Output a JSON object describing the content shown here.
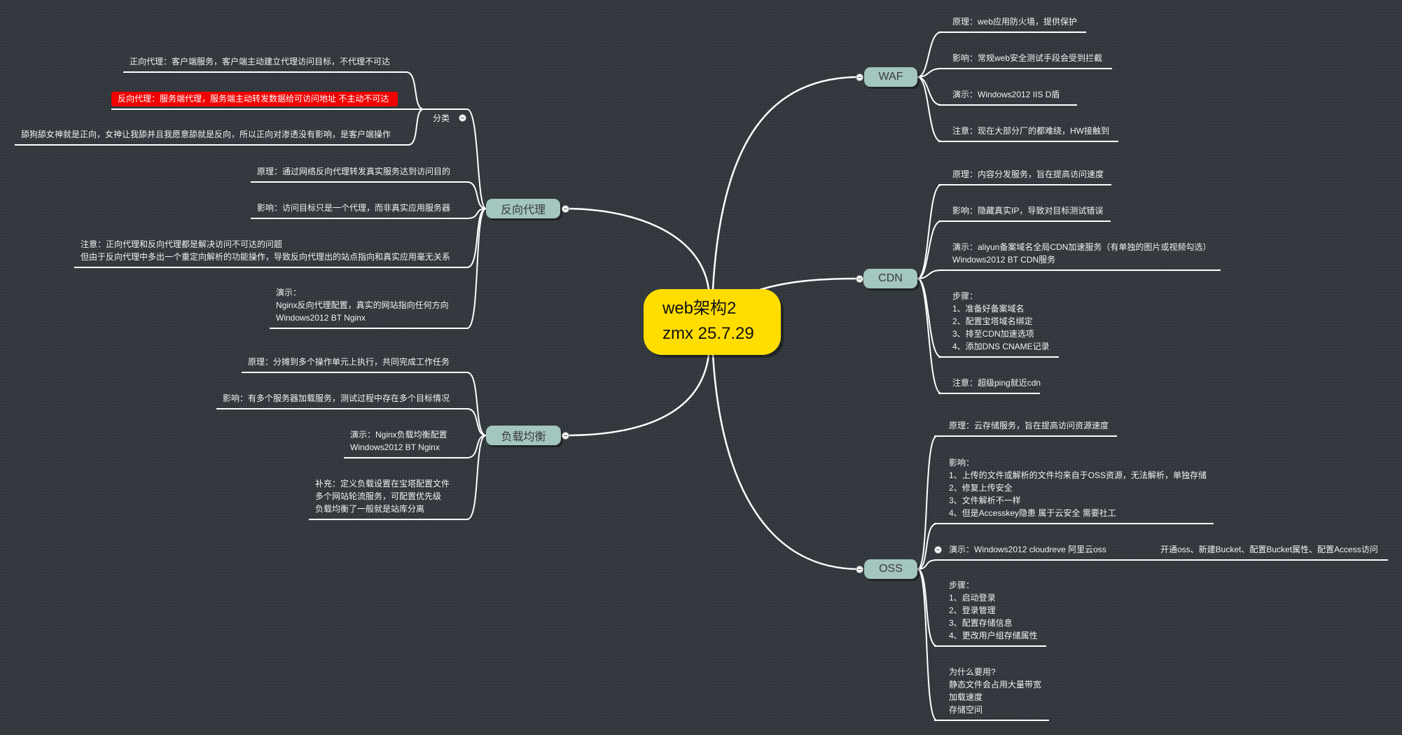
{
  "root": {
    "line1": "web架构2",
    "line2": "zmx 25.7.29"
  },
  "colors": {
    "root": "#ffdd00",
    "topic": "#a3c6bf",
    "highlight": "#f00000",
    "background": "#353b40"
  },
  "reverse_proxy": {
    "label": "反向代理",
    "category": {
      "label": "分类",
      "items": [
        [
          "正向代理：客户端服务，客户端主动建立代理访问目标，不代理不可达"
        ],
        [
          "反向代理：服务端代理，服务端主动转发数据给可访问地址 不主动不可达"
        ],
        [
          "舔狗舔女神就是正向，女神让我舔并且我愿意舔就是反向，所以正向对渗透没有影响，是客户端操作"
        ]
      ]
    },
    "items": [
      [
        "原理：通过网络反向代理转发真实服务达到访问目的"
      ],
      [
        "影响：访问目标只是一个代理，而非真实应用服务器"
      ],
      [
        "注意：正向代理和反向代理都是解决访问不可达的问题",
        "但由于反向代理中多出一个重定向解析的功能操作，导致反向代理出的站点指向和真实应用毫无关系"
      ],
      [
        "演示：",
        "Nginx反向代理配置，真实的网站指向任何方向",
        "Windows2012 BT Nginx"
      ]
    ]
  },
  "load_balance": {
    "label": "负载均衡",
    "items": [
      [
        "原理：分摊到多个操作单元上执行，共同完成工作任务"
      ],
      [
        "影响：有多个服务器加载服务，测试过程中存在多个目标情况"
      ],
      [
        "演示：Nginx负载均衡配置",
        "Windows2012 BT Nginx"
      ],
      [
        "补充：定义负载设置在宝塔配置文件",
        "多个网站轮流服务，可配置优先级",
        "负载均衡了一般就是站库分离"
      ]
    ]
  },
  "waf": {
    "label": "WAF",
    "items": [
      [
        "原理：web应用防火墙，提供保护"
      ],
      [
        "影响：常规web安全测试手段会受到拦截"
      ],
      [
        "演示：Windows2012 IIS D盾"
      ],
      [
        "注意：现在大部分厂的都难绕，HW接触到"
      ]
    ]
  },
  "cdn": {
    "label": "CDN",
    "items": [
      [
        "原理：内容分发服务，旨在提高访问速度"
      ],
      [
        "影响：隐藏真实IP，导致对目标测试错误"
      ],
      [
        "演示：aliyun备案域名全局CDN加速服务（有单独的图片或视频勾选）",
        "Windows2012 BT CDN服务"
      ],
      [
        "步骤：",
        "1、准备好备案域名",
        "2、配置宝塔域名绑定",
        "3、排至CDN加速选项",
        "4、添加DNS CNAME记录"
      ],
      [
        "注意：超级ping就近cdn"
      ]
    ]
  },
  "oss": {
    "label": "OSS",
    "items": [
      [
        "原理：云存储服务，旨在提高访问资源速度"
      ],
      [
        "影响：",
        "1、上传的文件或解析的文件均来自于OSS资源，无法解析，单独存储",
        "2、修复上传安全",
        "3、文件解析不一样",
        "4、但是Accesskey隐患 属于云安全 需要社工"
      ],
      [
        "演示：Windows2012 cloudreve 阿里云oss"
      ],
      [
        "步骤：",
        "1、启动登录",
        "2、登录管理",
        "3、配置存储信息",
        "4、更改用户组存储属性"
      ],
      [
        "为什么要用?",
        "静态文件会占用大量带宽",
        "加载速度",
        "存储空间"
      ]
    ],
    "demo_child": "开通oss、新建Bucket、配置Bucket属性、配置Access访问"
  }
}
